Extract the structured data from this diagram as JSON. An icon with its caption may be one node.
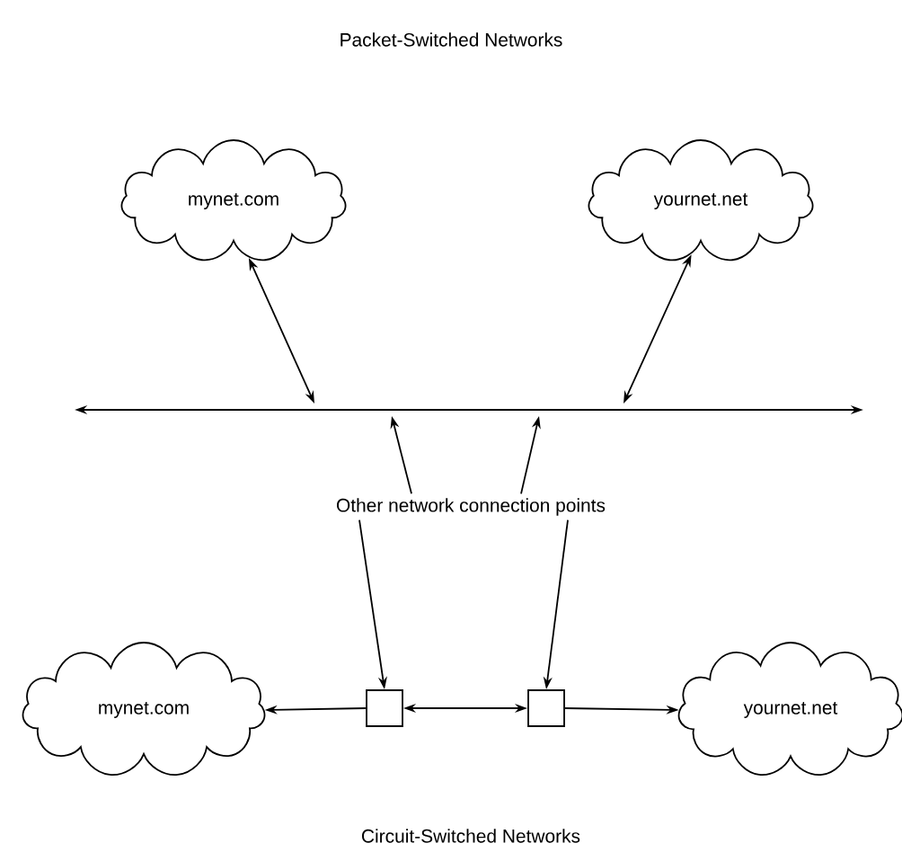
{
  "diagram": {
    "title": "Packet-Switched Networks",
    "nodes": [
      {
        "text": [
          "mynet.com"
        ]
      },
      {
        "text": [
          "yournet.net"
        ]
      },
      {
        "text": [],
        "shape": "bar"
      },
      {
        "text": [
          "Other network connection points"
        ]
      },
      {
        "text": [
          "mynet.com"
        ]
      },
      {
        "text": [],
        "shape": "box"
      },
      {
        "text": [],
        "shape": "box"
      },
      {
        "text": [
          "yournet.net"
        ]
      }
    ],
    "edges": [
      {
        "from": 0,
        "to": 2,
        "arrow": "both"
      },
      {
        "from": 1,
        "to": 2,
        "arrow": "both"
      },
      {
        "from": 3,
        "to": 2,
        "arrow": "to"
      },
      {
        "from": 3,
        "to": 2,
        "arrow": "to"
      },
      {
        "from": 3,
        "to": 5,
        "arrow": "to"
      },
      {
        "from": 3,
        "to": 6,
        "arrow": "to"
      },
      {
        "from": 5,
        "to": 4,
        "arrow": "to"
      },
      {
        "from": 5,
        "to": 6,
        "arrow": "both"
      },
      {
        "from": 6,
        "to": 7,
        "arrow": "to"
      }
    ],
    "labels": [
      "Circuit-Switched Networks"
    ]
  }
}
